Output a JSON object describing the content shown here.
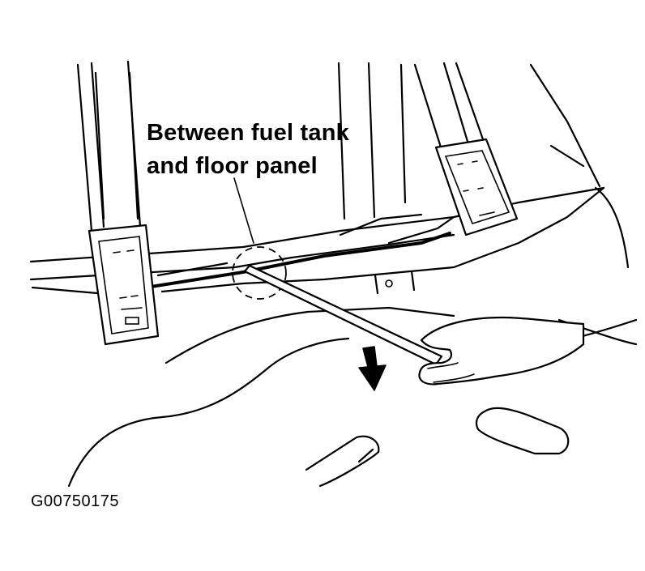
{
  "callout": {
    "line1": "Between fuel tank",
    "line2": "and floor panel"
  },
  "figure_id": "G00750175",
  "icons": {
    "direction_arrow": "arrow-down-icon",
    "pry_tool": "pry-bar-icon",
    "hand": "hand-icon"
  }
}
